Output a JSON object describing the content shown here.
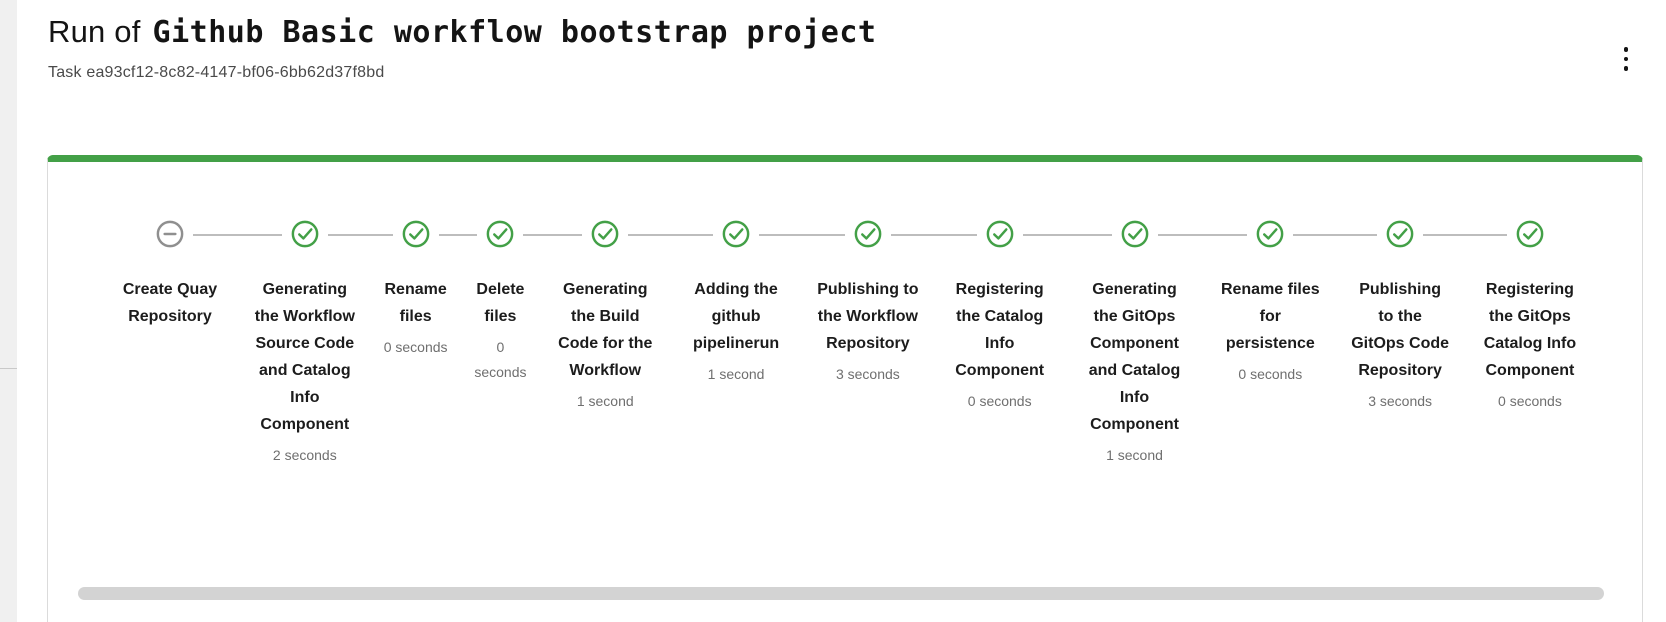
{
  "header": {
    "title_prefix": "Run of",
    "title_name": "Github Basic workflow bootstrap project",
    "subtitle": "Task ea93cf12-8c82-4147-bf06-6bb62d37f8bd"
  },
  "icons": {
    "kebab_menu": "⋮",
    "completed_step": "check-circle",
    "skipped_step": "minus-circle"
  },
  "colors": {
    "success": "#43A047",
    "skipped": "#8F8F8F",
    "connector": "#BDBDBD",
    "card_border": "#DBDBDB",
    "scrollbar_thumb": "#D3D3D3",
    "label_text": "#1C1C1C",
    "duration_text": "#6F6F6F"
  },
  "stepper": {
    "steps": [
      {
        "label": "Create Quay Repository",
        "duration": "",
        "status": "skipped"
      },
      {
        "label": "Generating the Workflow Source Code and Catalog Info Component",
        "duration": "2 seconds",
        "status": "completed"
      },
      {
        "label": "Rename files",
        "duration": "0 seconds",
        "status": "completed"
      },
      {
        "label": "Delete files",
        "duration": "0 seconds",
        "status": "completed"
      },
      {
        "label": "Generating the Build Code for the Workflow",
        "duration": "1 second",
        "status": "completed"
      },
      {
        "label": "Adding the github pipelinerun",
        "duration": "1 second",
        "status": "completed"
      },
      {
        "label": "Publishing to the Workflow Repository",
        "duration": "3 seconds",
        "status": "completed"
      },
      {
        "label": "Registering the Catalog Info Component",
        "duration": "0 seconds",
        "status": "completed"
      },
      {
        "label": "Generating the GitOps Component and Catalog Info Component",
        "duration": "1 second",
        "status": "completed"
      },
      {
        "label": "Rename files for persistence",
        "duration": "0 seconds",
        "status": "completed"
      },
      {
        "label": "Publishing to the GitOps Code Repository",
        "duration": "3 seconds",
        "status": "completed"
      },
      {
        "label": "Registering the GitOps Catalog Info Component",
        "duration": "0 seconds",
        "status": "completed"
      }
    ]
  }
}
